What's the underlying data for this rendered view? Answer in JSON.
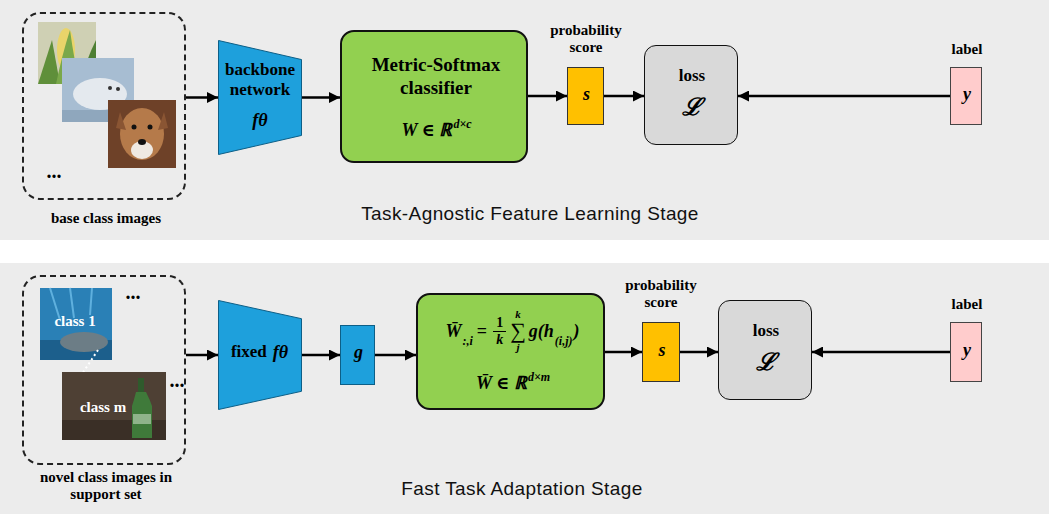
{
  "diagram": {
    "nodes": [
      {
        "text": [
          "...",
          "base class images"
        ]
      },
      {
        "text": [
          "backbone network",
          "fθ"
        ]
      },
      {
        "text": [
          "Metric-Softmax classifier",
          "W ∈ ℝ",
          "d×c"
        ]
      },
      {
        "text": [
          "probability score",
          "s"
        ]
      },
      {
        "text": [
          "loss",
          "ℒ"
        ]
      },
      {
        "text": [
          "label",
          "y"
        ]
      },
      {
        "text": [
          "class 1",
          "...",
          "class m",
          "...",
          "novel class images in support set"
        ]
      },
      {
        "text": [
          "fixed",
          "fθ"
        ]
      },
      {
        "text": [
          "g"
        ]
      },
      {
        "text": [
          "W̄",
          ":,i",
          "=",
          "1",
          "k",
          "k",
          "∑",
          "j",
          "g(h",
          "(i,j)",
          ")",
          "W̄ ∈ ℝ",
          "d×m"
        ]
      },
      {
        "text": [
          "probability score",
          "s"
        ]
      },
      {
        "text": [
          "loss",
          "ℒ"
        ]
      },
      {
        "text": [
          "label",
          "y"
        ]
      }
    ],
    "edges": [
      {
        "from": 0,
        "to": 1,
        "arrow": "to"
      },
      {
        "from": 1,
        "to": 2,
        "arrow": "to"
      },
      {
        "from": 2,
        "to": 3,
        "arrow": "to"
      },
      {
        "from": 3,
        "to": 4,
        "arrow": "to"
      },
      {
        "from": 5,
        "to": 4,
        "arrow": "to"
      },
      {
        "from": 6,
        "to": 7,
        "arrow": "to"
      },
      {
        "from": 7,
        "to": 8,
        "arrow": "to"
      },
      {
        "from": 8,
        "to": 9,
        "arrow": "to"
      },
      {
        "from": 9,
        "to": 10,
        "arrow": "to"
      },
      {
        "from": 10,
        "to": 11,
        "arrow": "to"
      },
      {
        "from": 12,
        "to": 11,
        "arrow": "to"
      }
    ],
    "labels": [
      "Task-Agnostic Feature Learning Stage",
      "Fast Task Adaptation Stage"
    ]
  }
}
